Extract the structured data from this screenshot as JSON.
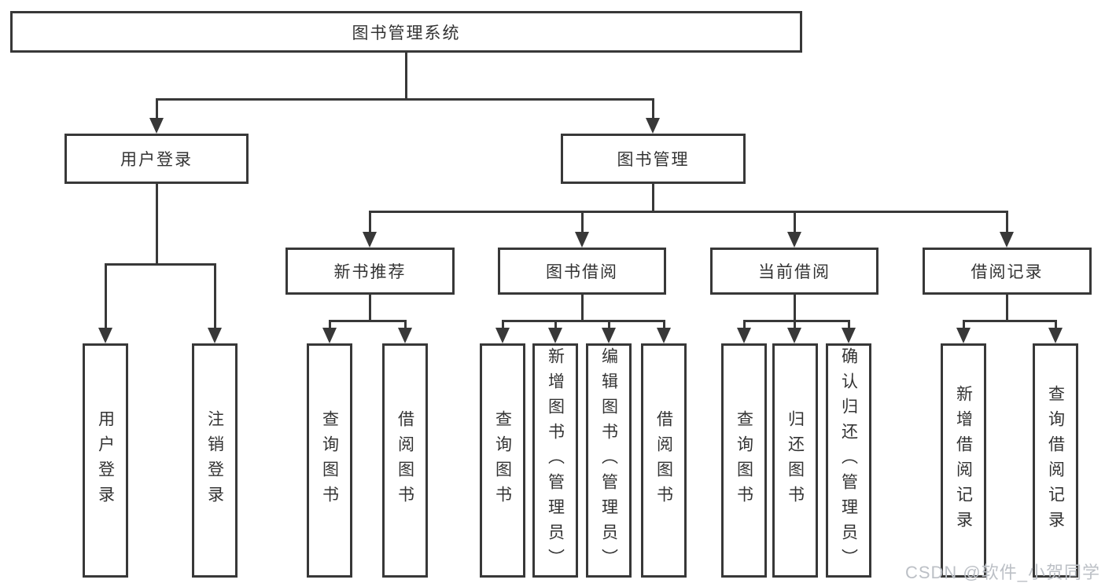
{
  "tree": {
    "root": {
      "label": "图书管理系统"
    },
    "level2": [
      {
        "label": "用户登录"
      },
      {
        "label": "图书管理"
      }
    ],
    "level3": [
      {
        "label": "新书推荐"
      },
      {
        "label": "图书借阅"
      },
      {
        "label": "当前借阅"
      },
      {
        "label": "借阅记录"
      }
    ],
    "leaves": {
      "user_login": [
        "用户登录",
        "注销登录"
      ],
      "new_book_recommend": [
        "查询图书",
        "借阅图书"
      ],
      "book_borrowing": [
        "查询图书",
        "新增图书（管理员）",
        "编辑图书（管理员）",
        "借阅图书"
      ],
      "current_borrowing": [
        "查询图书",
        "归还图书",
        "确认归还（管理员）"
      ],
      "borrowing_records": [
        "新增借阅记录",
        "查询借阅记录"
      ]
    }
  },
  "watermark": {
    "text": "CSDN @软件_小贺同学"
  },
  "colors": {
    "line": "#383838",
    "text": "#333333",
    "watermark": "#bcc0c6",
    "background": "#ffffff"
  }
}
